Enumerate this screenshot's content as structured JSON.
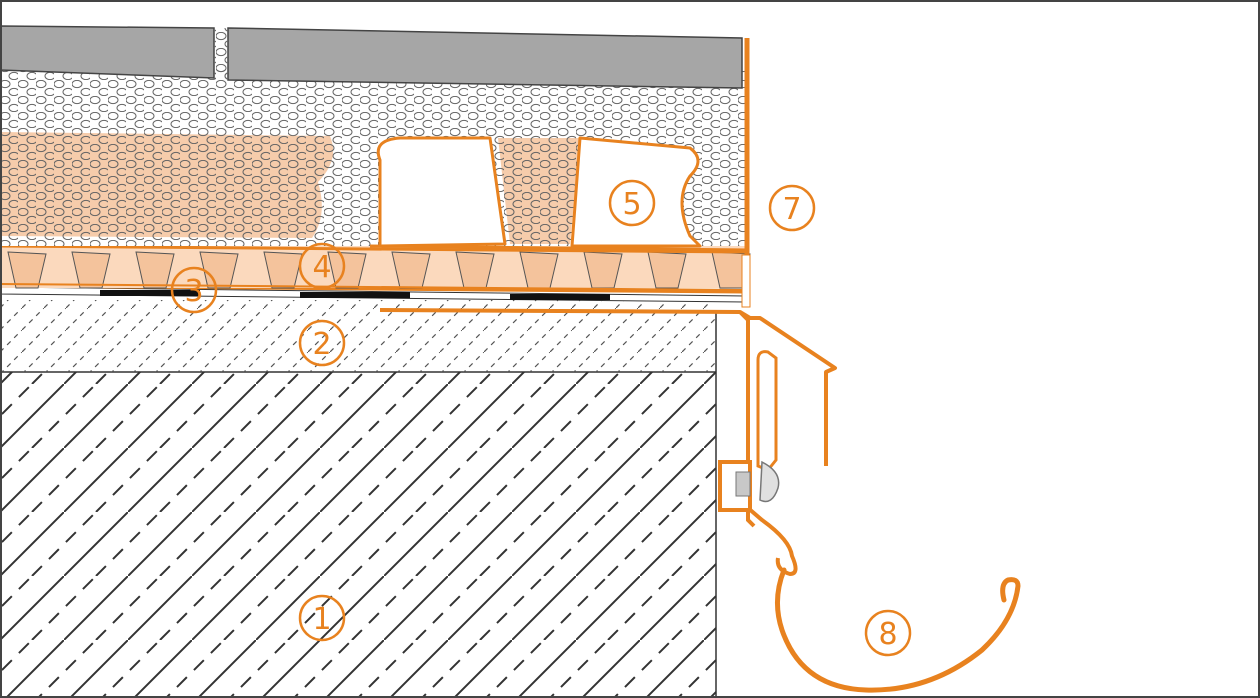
{
  "colors": {
    "accent": "#e8821f",
    "accent_fill": "#f4c39c",
    "accent_light": "#fbd9bd",
    "tile": "#a6a6a6",
    "outline": "#444444",
    "concrete_hatch": "#333333",
    "background": "#ffffff"
  },
  "callouts": [
    {
      "id": "1",
      "label": "1",
      "part": "concrete-base"
    },
    {
      "id": "2",
      "label": "2",
      "part": "screed-layer"
    },
    {
      "id": "3",
      "label": "3",
      "part": "waterproofing-membrane"
    },
    {
      "id": "4",
      "label": "4",
      "part": "drainage-mat"
    },
    {
      "id": "5",
      "label": "5",
      "part": "gravel-drainage-profile"
    },
    {
      "id": "7",
      "label": "7",
      "part": "edge-trim"
    },
    {
      "id": "8",
      "label": "8",
      "part": "gutter"
    }
  ]
}
